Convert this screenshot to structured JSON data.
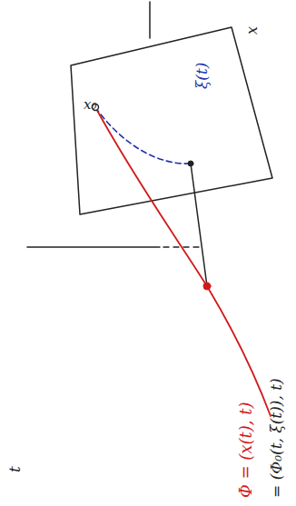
{
  "diagram": {
    "labels": [
      "x₀",
      "x",
      "ξ(t)",
      "t",
      "Φ = (x(t), t)",
      "= (Φ₀(t, ξ(t)), t)"
    ]
  }
}
